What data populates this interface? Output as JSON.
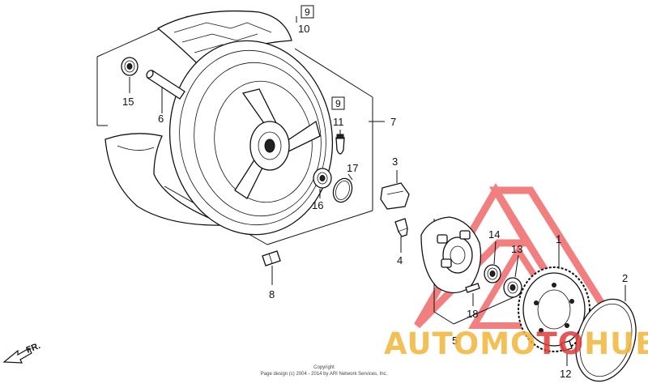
{
  "diagram": {
    "callouts": {
      "p1": "1",
      "p2": "2",
      "p3": "3",
      "p4": "4",
      "p5": "5",
      "p6": "6",
      "p7": "7",
      "p8": "8",
      "p9a": "9",
      "p9b": "9",
      "p10": "10",
      "p11": "11",
      "p12": "12",
      "p13": "13",
      "p14": "14",
      "p15": "15",
      "p16": "16",
      "p17": "17",
      "p18": "18"
    },
    "direction_label": "FR.",
    "copyright_line1": "Copyright",
    "copyright_line2": "Page design (c) 2004 - 2014 by ARI Network Services, Inc.",
    "watermark": {
      "part1": "AUTOMO",
      "part2": "TO",
      "part3": "HUB"
    }
  },
  "colors": {
    "watermark_orange": "#f2b43a",
    "watermark_red": "#e03a3a",
    "line": "#111111"
  }
}
